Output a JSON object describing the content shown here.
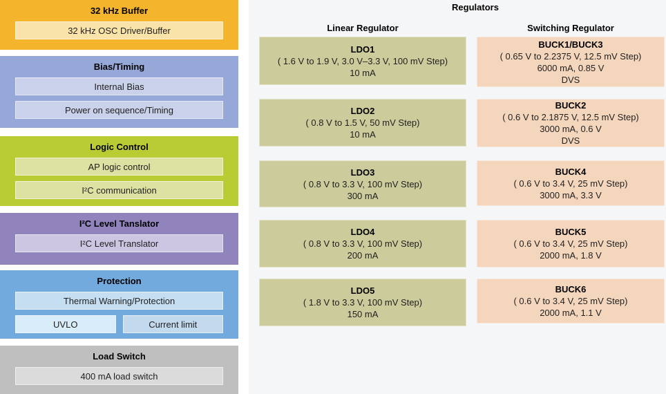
{
  "left_blocks": [
    {
      "title": "32 kHz Buffer",
      "colors": {
        "bg": "#F4B42C",
        "item": "#FAE3A8"
      },
      "items": [
        "32 kHz OSC Driver/Buffer"
      ]
    },
    {
      "title": "Bias/Timing",
      "colors": {
        "bg": "#96A8D8",
        "item": "#CAD1EB"
      },
      "items": [
        "Internal Bias",
        "Power on sequence/Timing"
      ]
    },
    {
      "title": "Logic Control",
      "colors": {
        "bg": "#BACC33",
        "item": "#DDE2A2"
      },
      "items": [
        "AP logic control",
        "I²C communication"
      ]
    },
    {
      "title": "I²C Level Tanslator",
      "colors": {
        "bg": "#9184BD",
        "item": "#CDC6E3"
      },
      "items": [
        "I²C Level Translator"
      ]
    },
    {
      "title": "Protection",
      "colors": {
        "bg": "#73AADD",
        "item": "#C6DEF1"
      },
      "items": [
        "Thermal Warning/Protection"
      ],
      "split_items": [
        {
          "label": "UVLO",
          "bg": "#D9ECFA"
        },
        {
          "label": "Current limit",
          "bg": "#C3DAEE"
        }
      ]
    },
    {
      "title": "Load Switch",
      "colors": {
        "bg": "#BFBFBF",
        "item": "#DBDBDB"
      },
      "items": [
        "400 mA load switch"
      ]
    }
  ],
  "regulators": {
    "title": "Regulators",
    "panel_bg": "#F5F6F8",
    "linear": {
      "header": "Linear Regulator",
      "box_bg": "#CBCB9B",
      "boxes": [
        {
          "name": "LDO1",
          "lines": [
            "( 1.6 V to 1.9 V, 3.0 V–3.3 V, 100 mV Step)",
            "10 mA"
          ]
        },
        {
          "name": "LDO2",
          "lines": [
            "( 0.8 V to 1.5 V, 50 mV Step)",
            "10 mA"
          ]
        },
        {
          "name": "LDO3",
          "lines": [
            "( 0.8 V to 3.3 V, 100 mV Step)",
            "300 mA"
          ]
        },
        {
          "name": "LDO4",
          "lines": [
            "( 0.8 V to 3.3 V, 100 mV Step)",
            "200 mA"
          ]
        },
        {
          "name": "LDO5",
          "lines": [
            "( 1.8 V to 3.3 V, 100 mV Step)",
            "150 mA"
          ]
        }
      ]
    },
    "switching": {
      "header": "Switching Regulator",
      "box_bg": "#F4D6BD",
      "boxes": [
        {
          "name": "BUCK1/BUCK3",
          "lines": [
            "( 0.65 V to 2.2375 V, 12.5 mV Step)",
            "6000 mA, 0.85 V",
            "DVS"
          ]
        },
        {
          "name": "BUCK2",
          "lines": [
            "( 0.6 V to 2.1875 V, 12.5 mV Step)",
            "3000 mA, 0.6 V",
            "DVS"
          ]
        },
        {
          "name": "BUCK4",
          "lines": [
            "( 0.6 V to 3.4 V, 25 mV Step)",
            "3000 mA, 3.3 V"
          ]
        },
        {
          "name": "BUCK5",
          "lines": [
            "( 0.6 V to 3.4 V, 25 mV Step)",
            "2000 mA, 1.8 V"
          ]
        },
        {
          "name": "BUCK6",
          "lines": [
            "( 0.6 V to 3.4 V, 25 mV Step)",
            "2000 mA, 1.1 V"
          ]
        }
      ]
    }
  }
}
